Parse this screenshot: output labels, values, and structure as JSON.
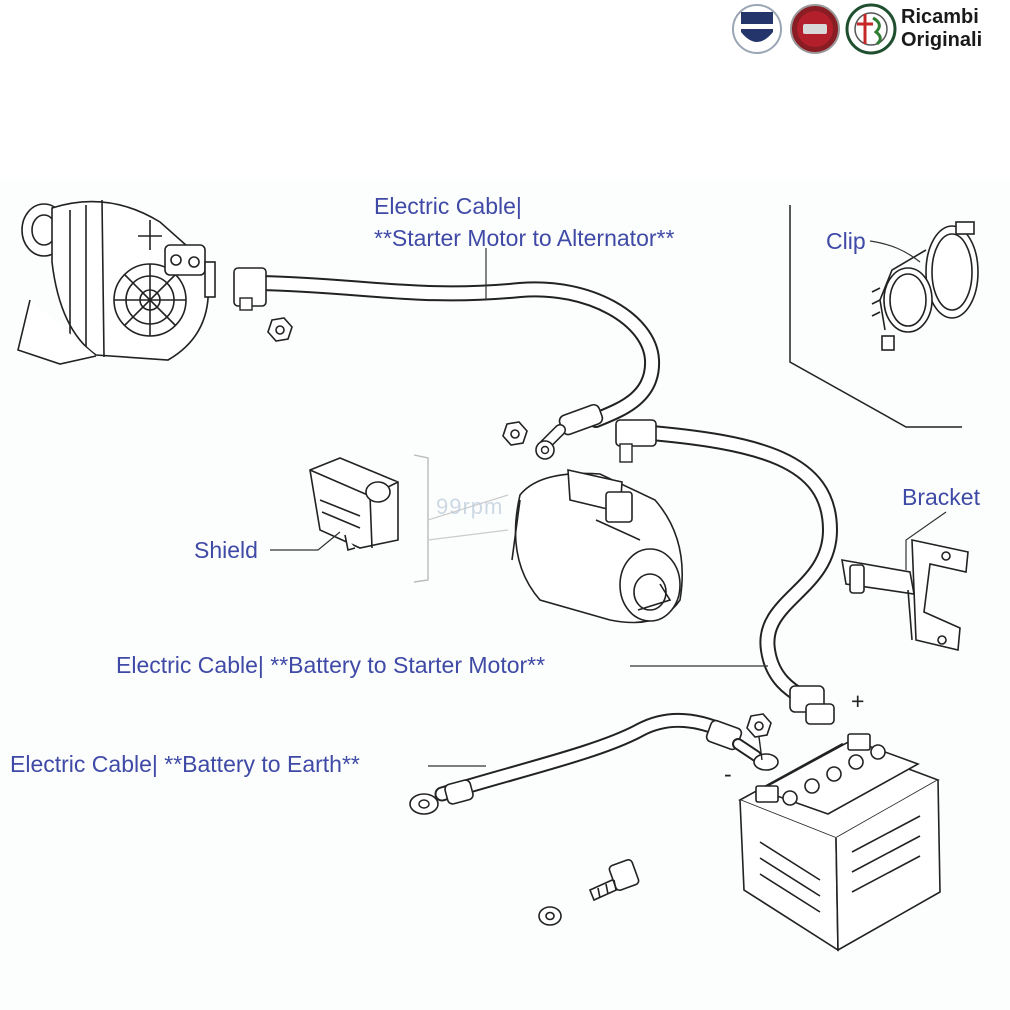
{
  "brand": {
    "line1": "Ricambi",
    "line2": "Originali",
    "logos": [
      "lancia-logo",
      "fiat-logo",
      "alfa-romeo-logo"
    ]
  },
  "watermark": "99rpm",
  "colors": {
    "label": "#3f4aa6",
    "line": "#333333",
    "brand_text": "#1a1a1a"
  },
  "labels": {
    "cable_alternator_line1": "Electric Cable|",
    "cable_alternator_line2": "**Starter Motor to Alternator**",
    "clip": "Clip",
    "bracket": "Bracket",
    "shield": "Shield",
    "cable_battery_starter": "Electric Cable| **Battery to Starter Motor**",
    "cable_battery_earth": "Electric Cable| **Battery to Earth**"
  },
  "terminal_marks": {
    "positive": "+",
    "negative": "-"
  }
}
